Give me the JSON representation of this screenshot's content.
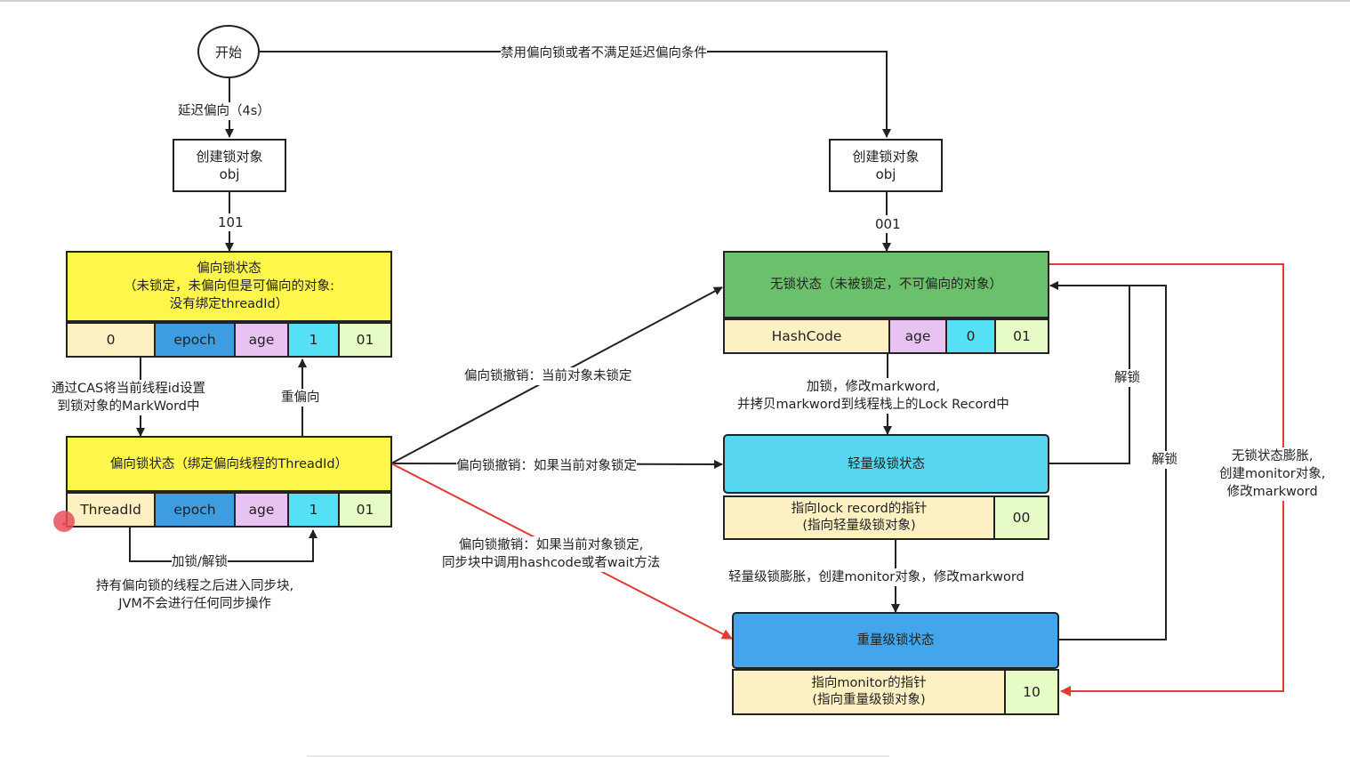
{
  "start": "开始",
  "edges": {
    "disable_bias": "禁用偏向锁或者不满足延迟偏向条件",
    "delay_bias": "延迟偏向（4s）",
    "bits_101": "101",
    "bits_001": "001",
    "cas_line1": "通过CAS将当前线程id设置",
    "cas_line2": "到锁对象的MarkWord中",
    "rebias": "重偏向",
    "lock_unlock": "加锁/解锁",
    "bias_note_line1": "持有偏向锁的线程之后进入同步块,",
    "bias_note_line2": "JVM不会进行任何同步操作",
    "revoke_unlocked": "偏向锁撤销：当前对象未锁定",
    "revoke_locked": "偏向锁撤销：如果当前对象锁定",
    "revoke_hash_line1": "偏向锁撤销：如果当前对象锁定,",
    "revoke_hash_line2": "同步块中调用hashcode或者wait方法",
    "lock_line1": "加锁，修改markword,",
    "lock_line2": "并拷贝markword到线程栈上的Lock Record中",
    "light_inflate": "轻量级锁膨胀，创建monitor对象，修改markword",
    "unlock1": "解锁",
    "unlock2": "解锁",
    "nolock_inflate_line1": "无锁状态膨胀,",
    "nolock_inflate_line2": "创建monitor对象,",
    "nolock_inflate_line3": "修改markword"
  },
  "create_left": {
    "line1": "创建锁对象",
    "line2": "obj"
  },
  "create_right": {
    "line1": "创建锁对象",
    "line2": "obj"
  },
  "biased_anon": {
    "line1": "偏向锁状态",
    "line2": "（未锁定，未偏向但是可偏向的对象:",
    "line3": "没有绑定threadId）",
    "cells": [
      "0",
      "epoch",
      "age",
      "1",
      "01"
    ]
  },
  "biased_bound": {
    "title": "偏向锁状态（绑定偏向线程的ThreadId）",
    "cells": [
      "ThreadId",
      "epoch",
      "age",
      "1",
      "01"
    ]
  },
  "no_lock": {
    "title": "无锁状态（未被锁定，不可偏向的对象）",
    "cells": [
      "HashCode",
      "age",
      "0",
      "01"
    ]
  },
  "light_lock": {
    "title": "轻量级锁状态",
    "ptr_line1": "指向lock record的指针",
    "ptr_line2": "(指向轻量级锁对象)",
    "bits": "00"
  },
  "heavy_lock": {
    "title": "重量级锁状态",
    "ptr_line1": "指向monitor的指针",
    "ptr_line2": "(指向重量级锁对象)",
    "bits": "10"
  },
  "colors": {
    "yellow": "#fef64b",
    "cream": "#fdf0c2",
    "blue": "#3d9de0",
    "pink": "#e8c3f2",
    "cyan": "#55e0f6",
    "lightgreen": "#e7fbc6",
    "green": "#6bc16b",
    "lightblue_state": "#57d7ef",
    "heavy_blue": "#43a6ec",
    "red": "#e33a33"
  }
}
